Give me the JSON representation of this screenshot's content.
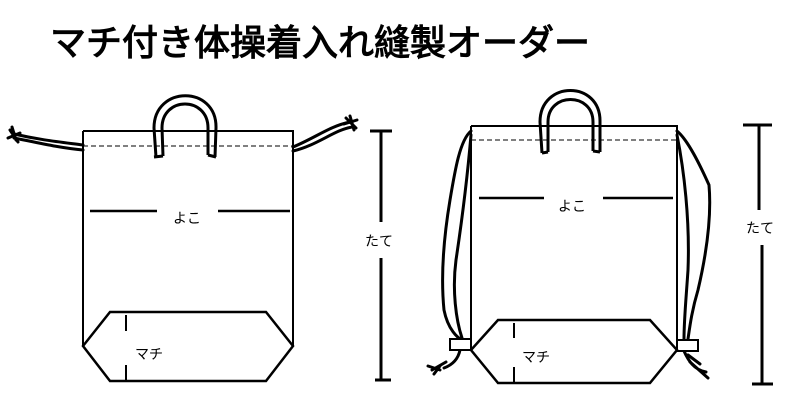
{
  "title": "マチ付き体操着入れ縫製オーダー",
  "colors": {
    "line": "#000000",
    "background": "#ffffff"
  },
  "bags": [
    {
      "variant": "side-drawstring",
      "width_label": "よこ",
      "height_label": "たて",
      "gusset_label": "マチ"
    },
    {
      "variant": "backpack-drawstring",
      "width_label": "よこ",
      "height_label": "たて",
      "gusset_label": "マチ"
    }
  ]
}
